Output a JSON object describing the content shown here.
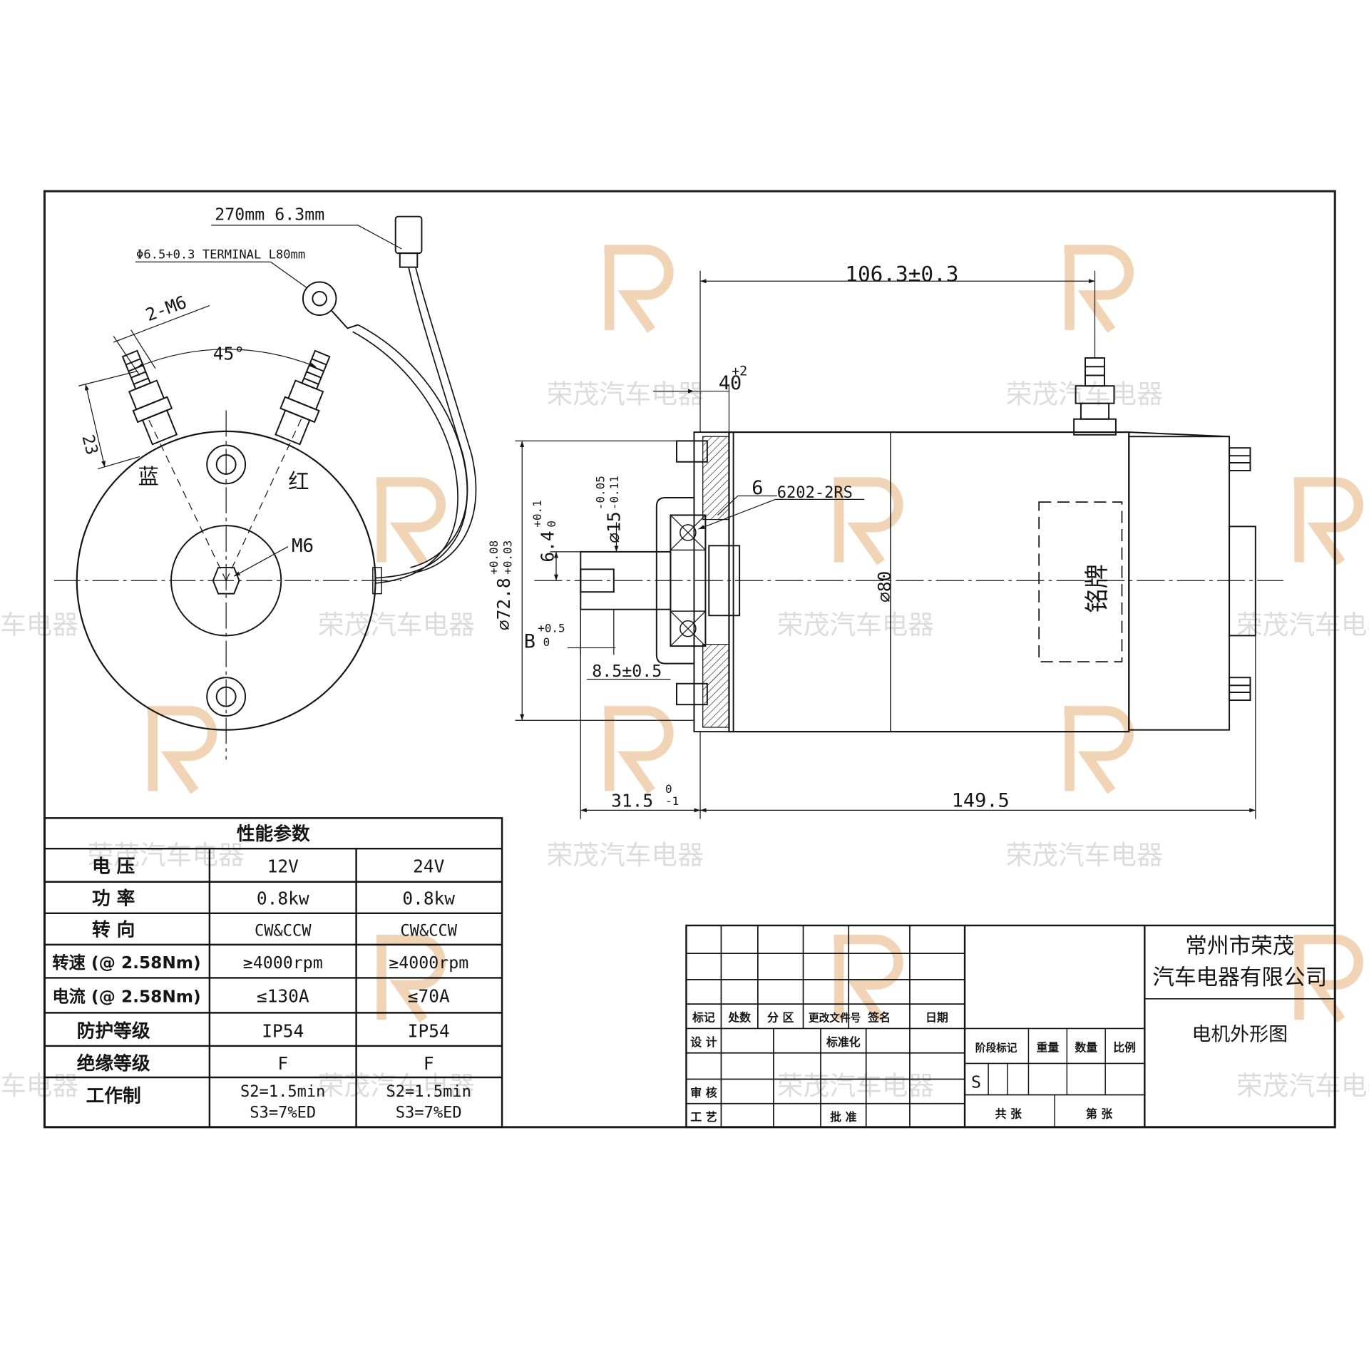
{
  "watermark": {
    "text": "荣茂汽车电器",
    "logo_letter": "R",
    "colors": {
      "logo": "#f0cfae",
      "logo_ring": "#f4dcc6",
      "text": "#d9d9d9"
    }
  },
  "colors": {
    "line": "#151515",
    "border": "#202020",
    "background": "#ffffff"
  },
  "end_view": {
    "cable_label": "270mm 6.3mm",
    "terminal_label": "Φ6.5+0.3 TERMINAL L80mm",
    "stud_label": "2-M6",
    "angle_label": "45°",
    "offset_label": "23",
    "blue_label": "蓝",
    "red_label": "红",
    "center_label": "M6"
  },
  "side_view": {
    "length_top": "106.3±0.3",
    "flange_width": "40",
    "flange_tol": "+2",
    "groove_label": "6",
    "bearing_label": "6202-2RS",
    "shaft_dia": "⌀15",
    "shaft_dia_tol_top": "-0.05",
    "shaft_dia_tol_bot": "-0.11",
    "key_height": "6.4",
    "key_tol_top": "+0.1",
    "key_tol_bot": "0",
    "pilot_dia": "⌀72.8",
    "pilot_tol_top": "+0.08",
    "pilot_tol_bot": "+0.03",
    "key_width": "B",
    "key_width_tol_top": "+0.5",
    "key_width_tol_bot": "0",
    "key_pos": "8.5±0.5",
    "body_dia": "⌀80",
    "nameplate": "铭牌",
    "shaft_length": "31.5",
    "shaft_len_tol_top": "0",
    "shaft_len_tol_bot": "-1",
    "body_length": "149.5"
  },
  "spec_table": {
    "title": "性能参数",
    "rows": [
      {
        "label": "电 压",
        "v12": "12V",
        "v24": "24V"
      },
      {
        "label": "功 率",
        "v12": "0.8kw",
        "v24": "0.8kw"
      },
      {
        "label": "转 向",
        "v12": "CW&CCW",
        "v24": "CW&CCW"
      },
      {
        "label": "转速 (@ 2.58Nm)",
        "v12": "≥4000rpm",
        "v24": "≥4000rpm"
      },
      {
        "label": "电流 (@ 2.58Nm)",
        "v12": "≤130A",
        "v24": "≤70A"
      },
      {
        "label": "防护等级",
        "v12": "IP54",
        "v24": "IP54"
      },
      {
        "label": "绝缘等级",
        "v12": "F",
        "v24": "F"
      }
    ],
    "duty": {
      "label": "工作制",
      "v12_line1": "S2=1.5min",
      "v12_line2": "S3=7%ED",
      "v24_line1": "S2=1.5min",
      "v24_line2": "S3=7%ED"
    }
  },
  "title_block": {
    "h_mark": "标记",
    "h_count": "处数",
    "h_zone": "分 区",
    "h_doc": "更改文件号",
    "h_sign": "签名",
    "h_date": "日期",
    "r_design": "设 计",
    "r_std": "标准化",
    "r_review": "审 核",
    "r_process": "工 艺",
    "r_approve": "批 准",
    "stage_mark": "阶段标记",
    "weight": "重量",
    "scale": "比例",
    "qty": "数量",
    "stage_s": "S",
    "sheets_total": "共 张",
    "sheet_no": "第 张",
    "company_line1": "常州市荣茂",
    "company_line2": "汽车电器有限公司",
    "drawing_name": "电机外形图"
  }
}
